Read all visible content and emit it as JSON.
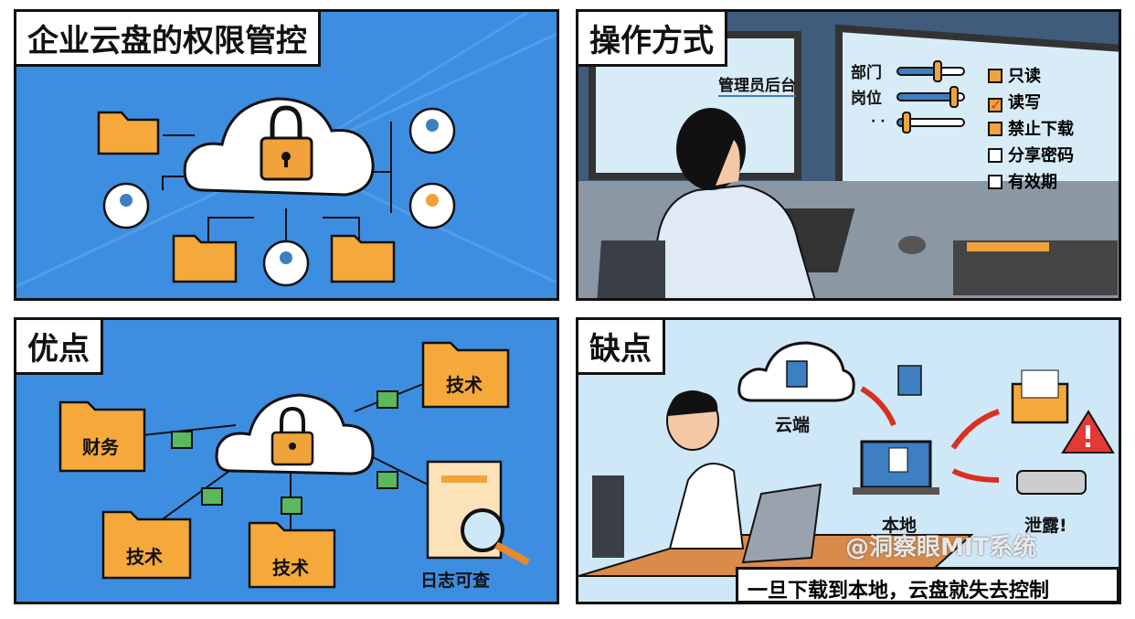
{
  "panels": {
    "p1": {
      "title": "企业云盘的权限管控"
    },
    "p2": {
      "title": "操作方式",
      "admin_label": "管理员后台",
      "sliders": [
        {
          "label": "部门",
          "level": 0.6
        },
        {
          "label": "岗位",
          "level": 0.85
        },
        {
          "label": "· ·",
          "level": 0.15
        }
      ],
      "checkboxes": [
        {
          "label": "只读",
          "state": "filled"
        },
        {
          "label": "读写",
          "state": "checked"
        },
        {
          "label": "禁止下载",
          "state": "filled"
        },
        {
          "label": "分享密码",
          "state": "empty"
        },
        {
          "label": "有效期",
          "state": "empty"
        }
      ]
    },
    "p3": {
      "title": "优点",
      "folders": [
        "财务",
        "技术",
        "技术",
        "技术"
      ],
      "log_label": "日志可查"
    },
    "p4": {
      "title": "缺点",
      "cloud_label": "云端",
      "local_label": "本地",
      "leak_label": "泄露!",
      "caption": "一旦下载到本地，云盘就失去控制"
    }
  },
  "watermark": "@洞察眼MIT系统",
  "colors": {
    "blue_bg": "#3d8ee0",
    "folder": "#f5a93a",
    "lock": "#f0a33a",
    "green_lock": "#5cb85c",
    "screen": "#d8ecf8",
    "alert": "#e53935"
  }
}
